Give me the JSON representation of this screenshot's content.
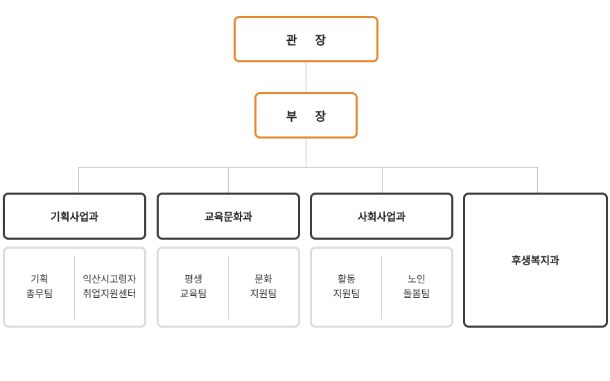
{
  "director": {
    "label": "관 장"
  },
  "deputy": {
    "label": "부 장"
  },
  "departments": [
    {
      "name": "기획사업과",
      "teams": [
        "기획\n총무팀",
        "익산시고령자\n취업지원센터"
      ]
    },
    {
      "name": "교육문화과",
      "teams": [
        "평생\n교육팀",
        "문화\n지원팀"
      ]
    },
    {
      "name": "사회사업과",
      "teams": [
        "활동\n지원팀",
        "노인\n돌봄팀"
      ]
    },
    {
      "name": "후생복지과",
      "teams": []
    }
  ],
  "colors": {
    "top_border": "#e58a32",
    "dept_border": "#3c3b46",
    "team_border": "#dcdcdc",
    "connector": "#bdbdbd"
  }
}
